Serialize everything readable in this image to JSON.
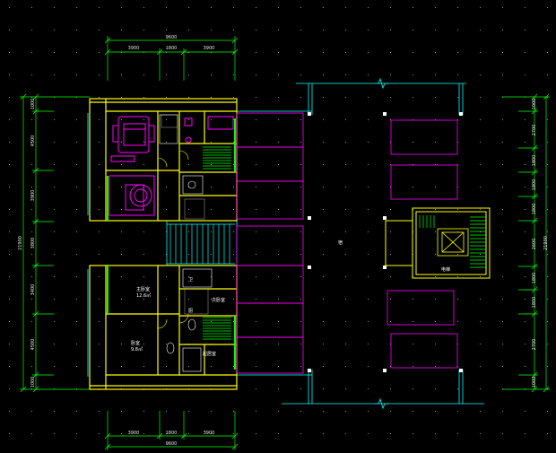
{
  "drawing": {
    "background": "#000000",
    "colors": {
      "wall": "#ffff00",
      "slab": "#ff00ff",
      "dimension": "#00ff00",
      "text": "#ffffff",
      "glazing": "#00ffff",
      "furniture": "#ff00ff",
      "stair": "#00ff00",
      "door": "#ffff00",
      "grid_dot": "#9a9a9a"
    },
    "top_dims": {
      "total": "9600",
      "segments": [
        "3900",
        "1800",
        "3900"
      ]
    },
    "bottom_dims": {
      "total": "9600",
      "segments": [
        "3900",
        "1800",
        "3900"
      ]
    },
    "left_dims": {
      "total": "21900",
      "segments": [
        "1000",
        "4500",
        "3900",
        "3800",
        "3400",
        "4500",
        "1000"
      ]
    },
    "right_dims": {
      "total": "21900",
      "segments": [
        "1000",
        "2700",
        "1800",
        "1800",
        "1800",
        "2600",
        "1800",
        "1800",
        "2700",
        "1000"
      ]
    },
    "room_labels": [
      {
        "id": "r1",
        "text": "主卧室",
        "sub": "12.6㎡"
      },
      {
        "id": "r2",
        "text": "卫",
        "sub": ""
      },
      {
        "id": "r3",
        "text": "次卧室",
        "sub": ""
      },
      {
        "id": "r4",
        "text": "卧室",
        "sub": "9.8㎡"
      },
      {
        "id": "r5",
        "text": "起居室",
        "sub": ""
      },
      {
        "id": "r6",
        "text": "厨",
        "sub": ""
      }
    ],
    "center_label": "宿",
    "lift_label": "电梯"
  }
}
